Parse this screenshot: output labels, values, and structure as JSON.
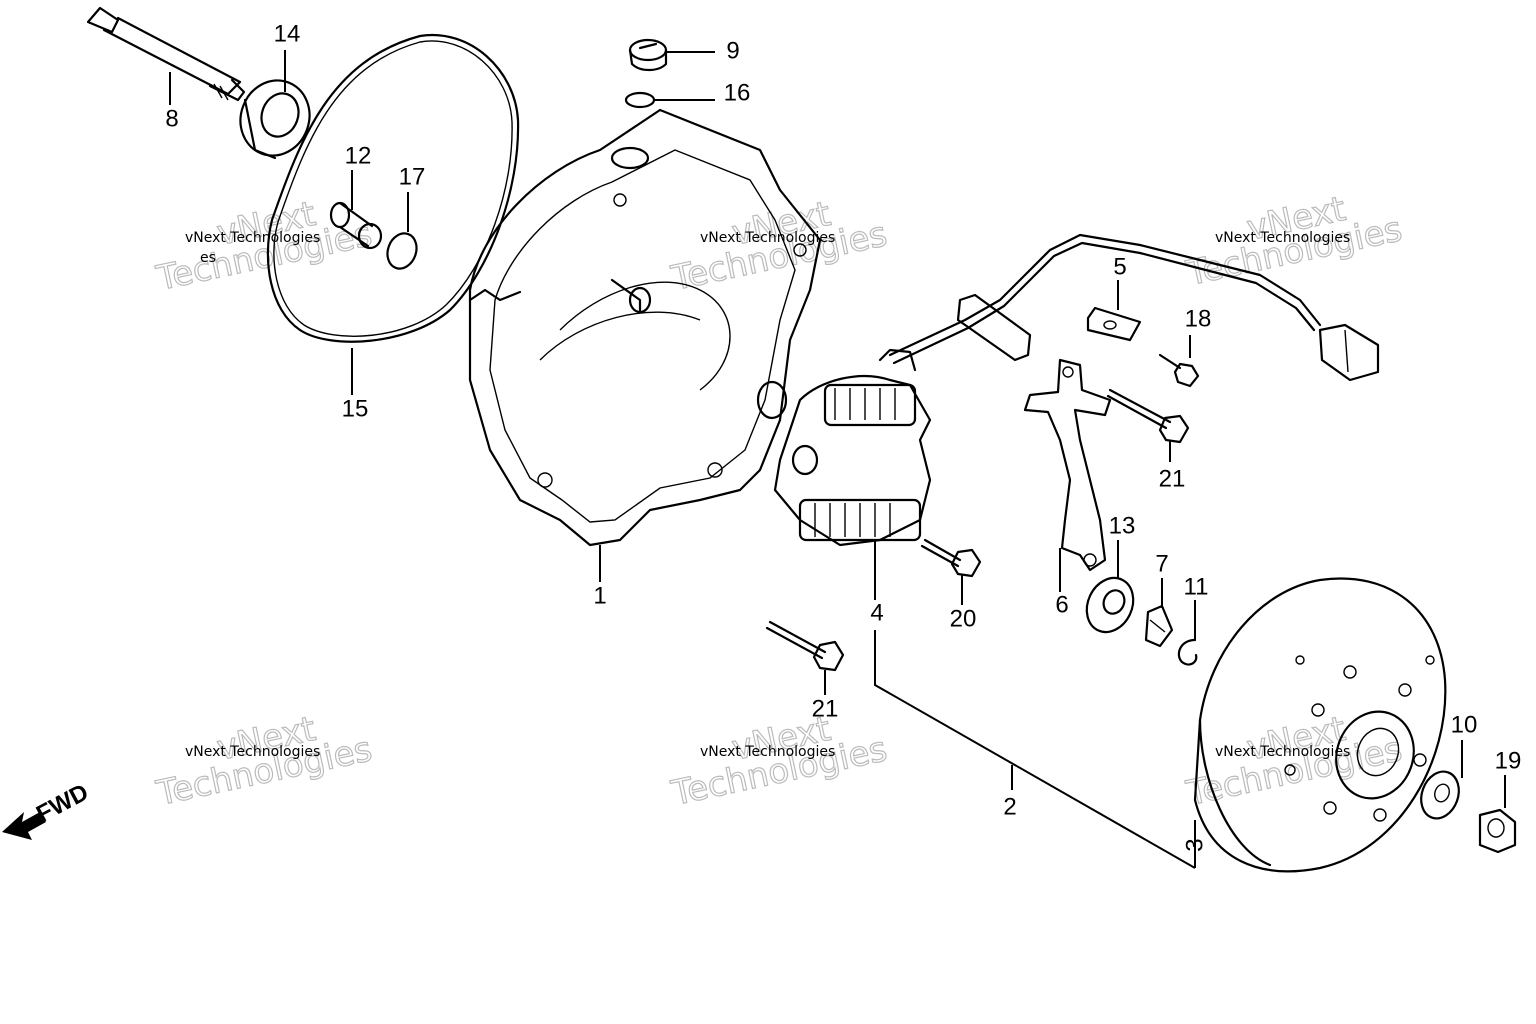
{
  "labels": {
    "p1": "1",
    "p2": "2",
    "p3": "3",
    "p4": "4",
    "p5": "5",
    "p6": "6",
    "p7": "7",
    "p8": "8",
    "p9": "9",
    "p10": "10",
    "p11": "11",
    "p12": "12",
    "p13": "13",
    "p14": "14",
    "p15": "15",
    "p16": "16",
    "p17": "17",
    "p18": "18",
    "p19": "19",
    "p20": "20",
    "p21a": "21",
    "p21b": "21"
  },
  "fwd": "FWD",
  "watermark": {
    "line1": "vNext Technologies",
    "line2": "vNext",
    "line3": "Technologies"
  }
}
